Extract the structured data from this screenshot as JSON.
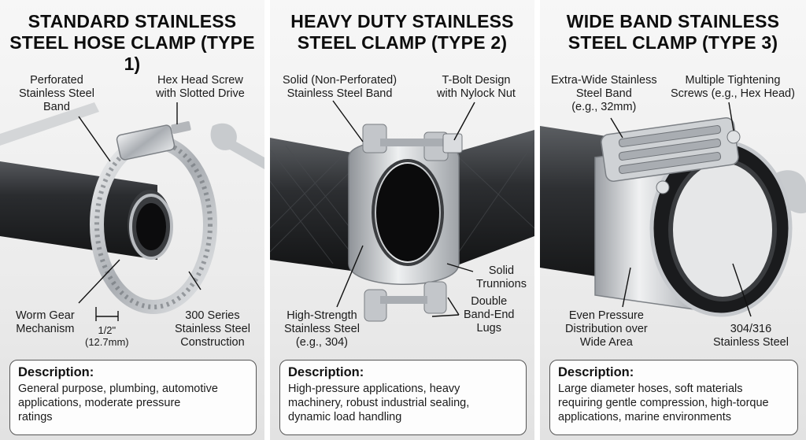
{
  "panels": [
    {
      "title_line1": "STANDARD STAINLESS",
      "title_line2": "STEEL HOSE CLAMP (TYPE 1)",
      "labels": {
        "band": [
          "Perforated",
          "Stainless Steel",
          "Band"
        ],
        "screw": [
          "Hex Head Screw",
          "with Slotted Drive"
        ],
        "worm": [
          "Worm Gear",
          "Mechanism"
        ],
        "width": [
          "1/2\"",
          "(12.7mm)"
        ],
        "series": [
          "300 Series",
          "Stainless Steel",
          "Construction"
        ]
      },
      "desc_heading": "Description:",
      "desc_lines": [
        "General purpose, plumbing, automotive",
        "applications, moderate pressure",
        "ratings"
      ]
    },
    {
      "title_line1": "HEAVY DUTY STAINLESS",
      "title_line2": "STEEL CLAMP (TYPE 2)",
      "labels": {
        "band": [
          "Solid (Non-Perforated)",
          "Stainless Steel Band"
        ],
        "tbolt": [
          "T-Bolt Design",
          "with Nylock Nut"
        ],
        "trunnions": [
          "Solid",
          "Trunnions"
        ],
        "material": [
          "High-Strength",
          "Stainless Steel",
          "(e.g., 304)"
        ],
        "lugs": [
          "Double",
          "Band-End",
          "Lugs"
        ]
      },
      "desc_heading": "Description:",
      "desc_lines": [
        "High-pressure applications, heavy",
        "machinery, robust industrial sealing,",
        "dynamic load handling"
      ]
    },
    {
      "title_line1": "WIDE BAND STAINLESS",
      "title_line2": "STEEL CLAMP (TYPE 3)",
      "labels": {
        "band": [
          "Extra-Wide Stainless",
          "Steel Band",
          "(e.g., 32mm)"
        ],
        "screws": [
          "Multiple Tightening",
          "Screws (e.g., Hex Head)"
        ],
        "pressure": [
          "Even Pressure",
          "Distribution over",
          "Wide Area"
        ],
        "steel": [
          "304/316",
          "Stainless Steel"
        ]
      },
      "desc_heading": "Description:",
      "desc_lines": [
        "Large diameter hoses, soft materials",
        "requiring gentle compression, high-torque",
        "applications, marine environments"
      ]
    }
  ],
  "colors": {
    "title": "#0d0d0d",
    "hose": "#2b2d30",
    "steel": "#c9ccd0",
    "desc_border": "#555555"
  }
}
